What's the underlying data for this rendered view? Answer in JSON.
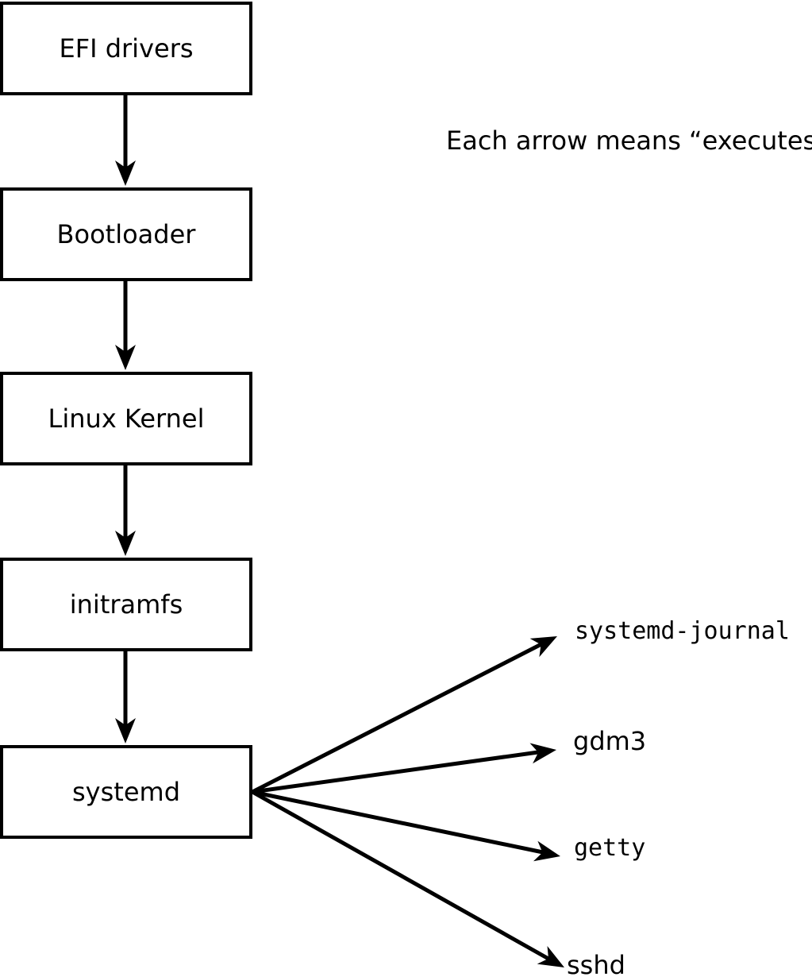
{
  "diagram": {
    "annotation": "Each arrow means “executes”.",
    "arrow_meaning": "executes",
    "boot_chain": [
      {
        "label": "EFI drivers"
      },
      {
        "label": "Bootloader"
      },
      {
        "label": "Linux Kernel"
      },
      {
        "label": "initramfs"
      },
      {
        "label": "systemd"
      }
    ],
    "spawned_services": [
      {
        "label": "systemd-journal"
      },
      {
        "label": "gdm3"
      },
      {
        "label": "getty"
      },
      {
        "label": "sshd"
      }
    ],
    "colors": {
      "ink": "#000000",
      "background": "#ffffff"
    }
  }
}
